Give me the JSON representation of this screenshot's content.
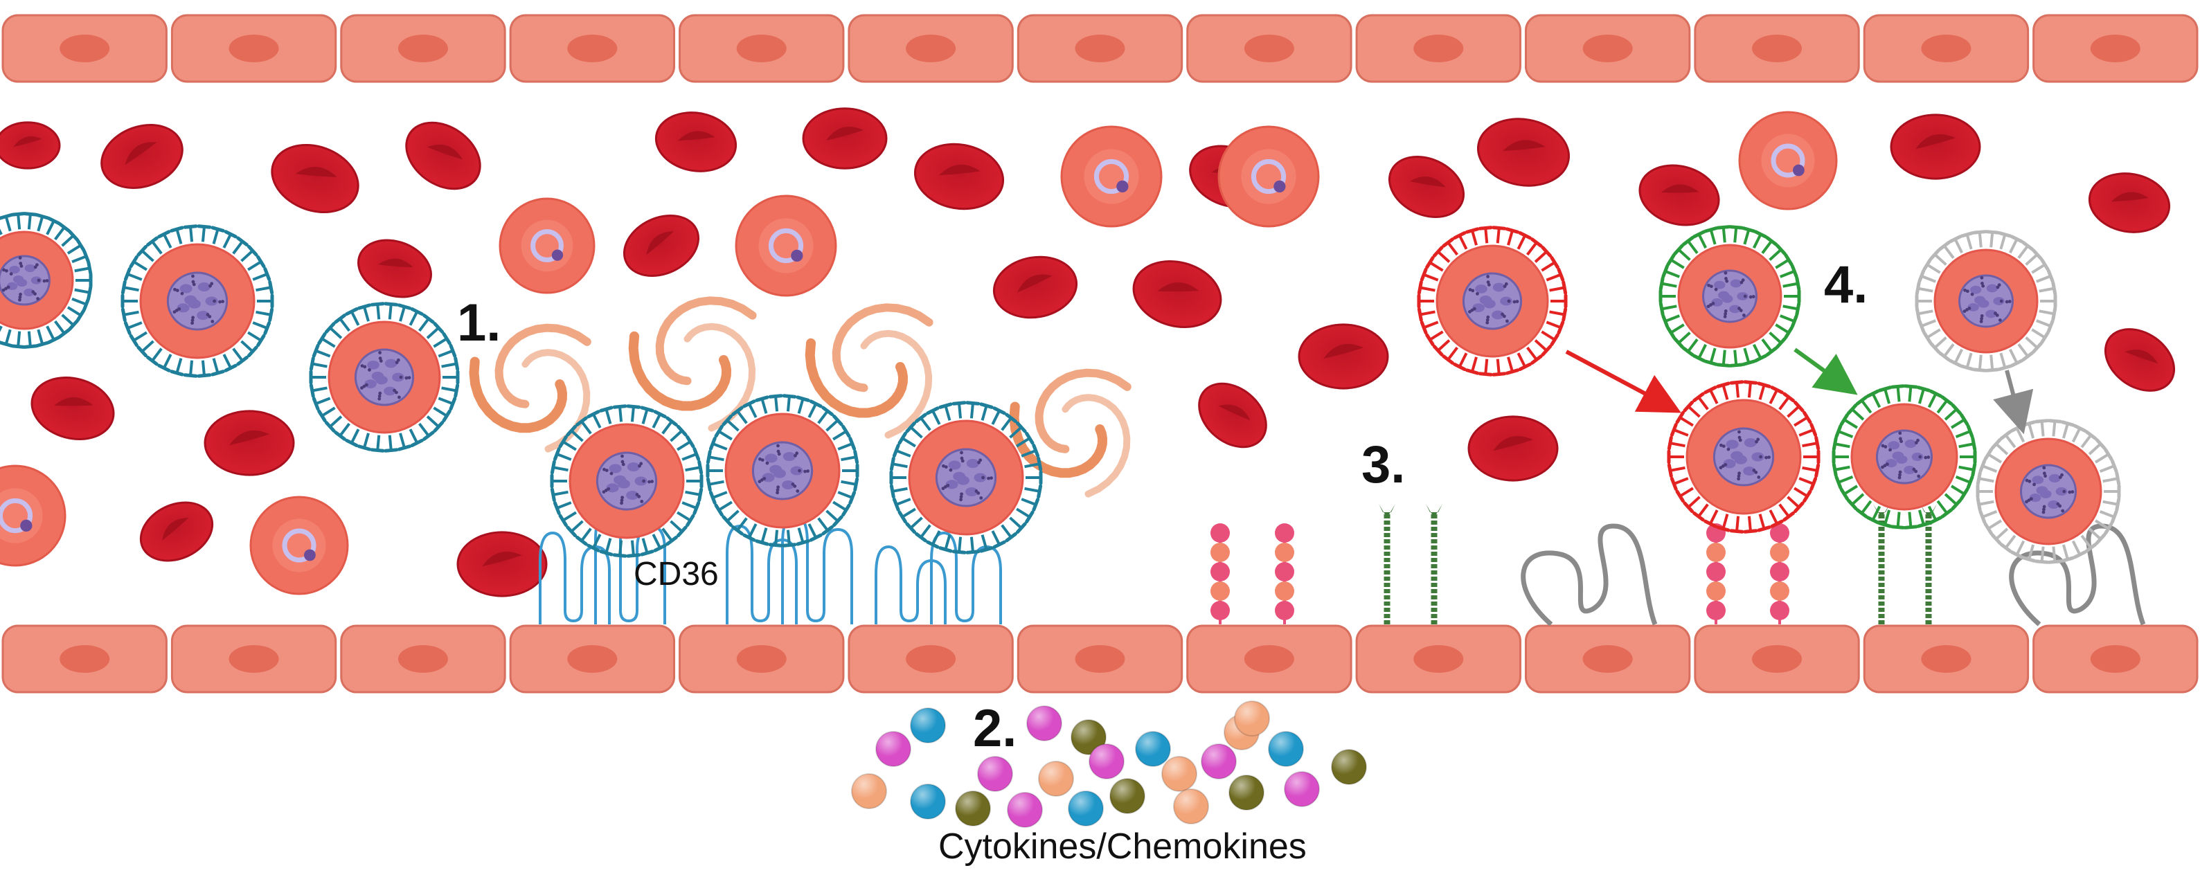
{
  "labels": {
    "step1": "1.",
    "step2": "2.",
    "step3": "3.",
    "step4": "4.",
    "receptor": "CD36",
    "secreted": "Cytokines/Chemokines"
  },
  "colors": {
    "endothelium": "#f0907e",
    "endothelium_edge": "#d9705f",
    "nucleus": "#e36b58",
    "rbc": "#d8202f",
    "rbc_dark": "#a8101e",
    "infected_rbc": "#f07060",
    "parasite_nucleus": "#9a8ac8",
    "knob_blue": "#1f7f9a",
    "knob_red": "#e32222",
    "knob_green": "#2a9a3a",
    "knob_grey": "#b8b8b8",
    "cd36": "#3a9ad0",
    "swirl": "#e8834f",
    "icam_bead_pink": "#e8507a",
    "icam_bead_orange": "#f2866a",
    "vcam_green": "#3f7a3a",
    "glyco_grey": "#8a8a8a",
    "arrow_red": "#e32222",
    "arrow_green": "#3aa23a",
    "arrow_grey": "#8a8a8a",
    "cytokine_colors": [
      "#d94ec7",
      "#1f97c9",
      "#6e6a20",
      "#f3a57a"
    ]
  },
  "icons": {
    "red_blood_cell": "rbc-icon",
    "infected_cell": "infected-rbc-icon",
    "ring_stage": "ring-stage-icon",
    "cytokine": "cytokine-sphere-icon",
    "tnf_swirl": "swirl-icon"
  }
}
